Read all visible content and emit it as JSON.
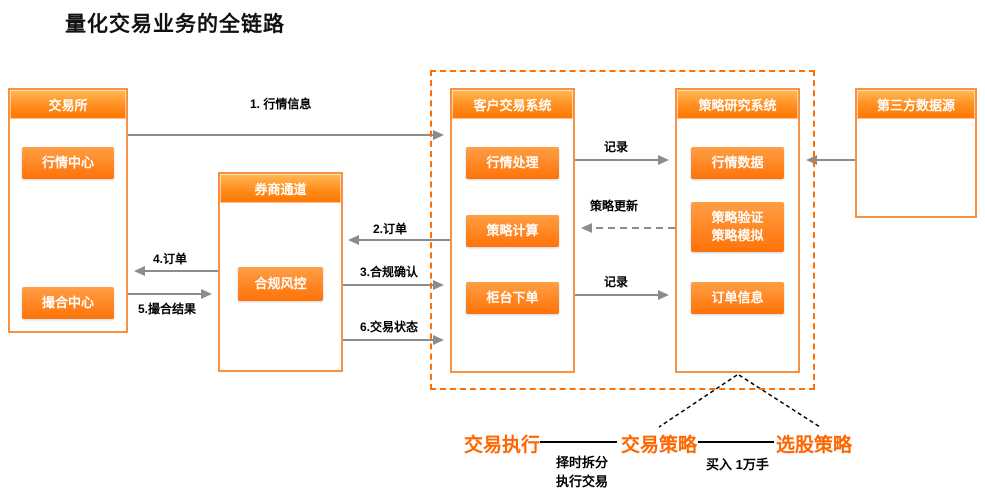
{
  "title": "量化交易业务的全链路",
  "colors": {
    "accent_orange": "#ff6e00",
    "arrow_gray": "#8c8c8c",
    "text_black": "#111111"
  },
  "panels": {
    "exchange": {
      "title": "交易所",
      "items": [
        "行情中心",
        "撮合中心"
      ]
    },
    "broker": {
      "title": "券商通道",
      "items": [
        "合规风控"
      ]
    },
    "client": {
      "title": "客户交易系统",
      "items": [
        "行情处理",
        "策略计算",
        "柜台下单"
      ]
    },
    "research": {
      "title": "策略研究系统",
      "items": [
        "行情数据",
        "策略验证\n策略模拟",
        "订单信息"
      ]
    },
    "thirdparty": {
      "title": "第三方数据源"
    }
  },
  "arrow_labels": {
    "market_info": "1. 行情信息",
    "order2": "2.订单",
    "compliance3": "3.合规确认",
    "order4": "4.订单",
    "match_result5": "5.撮合结果",
    "trade_status6": "6.交易状态",
    "record_top": "记录",
    "strategy_update": "策略更新",
    "record_bottom": "记录"
  },
  "bottom": {
    "trade_execution": "交易执行",
    "trading_strategy": "交易策略",
    "stock_selection": "选股策略",
    "execution_note": "择时拆分\n执行交易",
    "buy_note": "买入 1万手"
  }
}
